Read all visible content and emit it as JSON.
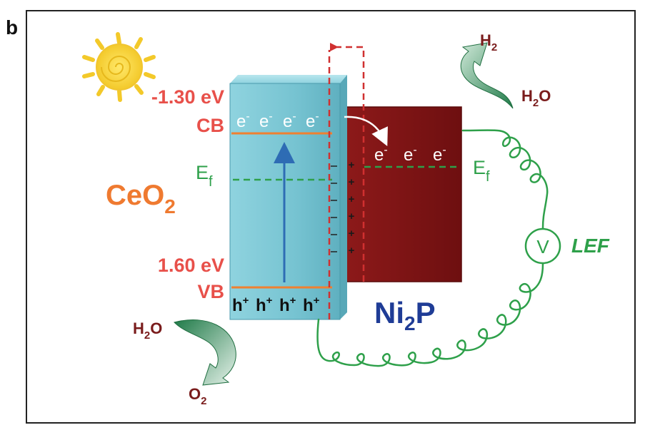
{
  "panel_label": "b",
  "ceo2": {
    "name": "CeO",
    "name_sub": "2",
    "cb_energy": "-1.30 eV",
    "cb_label": "CB",
    "vb_energy": "1.60 eV",
    "vb_label": "VB",
    "fermi_label": "E",
    "fermi_sub": "f",
    "electron": "e",
    "electron_sup": "-",
    "hole": "h",
    "hole_sup": "+"
  },
  "ni2p": {
    "name_a": "Ni",
    "name_sub": "2",
    "name_b": "P",
    "fermi_label": "E",
    "fermi_sub": "f",
    "electron": "e",
    "electron_sup": "-"
  },
  "interface_charge": "+",
  "circuit": {
    "meter_label": "V",
    "field_label": "LEF"
  },
  "reactions": {
    "h2o_top": "H",
    "h2o_top_sub": "2",
    "h2o_top_o": "O",
    "h2_top": "H",
    "h2_top_sub": "2",
    "h2o_bottom": "H",
    "h2o_bottom_sub": "2",
    "h2o_bottom_o": "O",
    "o2_bottom": "O",
    "o2_bottom_sub": "2"
  },
  "colors": {
    "ceo2_block": "#7cc6d3",
    "ni2p_block": "#8a1616",
    "band_line": "#f08030",
    "fermi_green": "#2ea04a",
    "energy_text": "#e8504a",
    "ceo2_text": "#ef7a30",
    "ni2p_text": "#1f3c96",
    "interface_dash": "#d03030",
    "arrow_blue": "#2e6cb4",
    "reaction_text": "#7a1c1c"
  }
}
